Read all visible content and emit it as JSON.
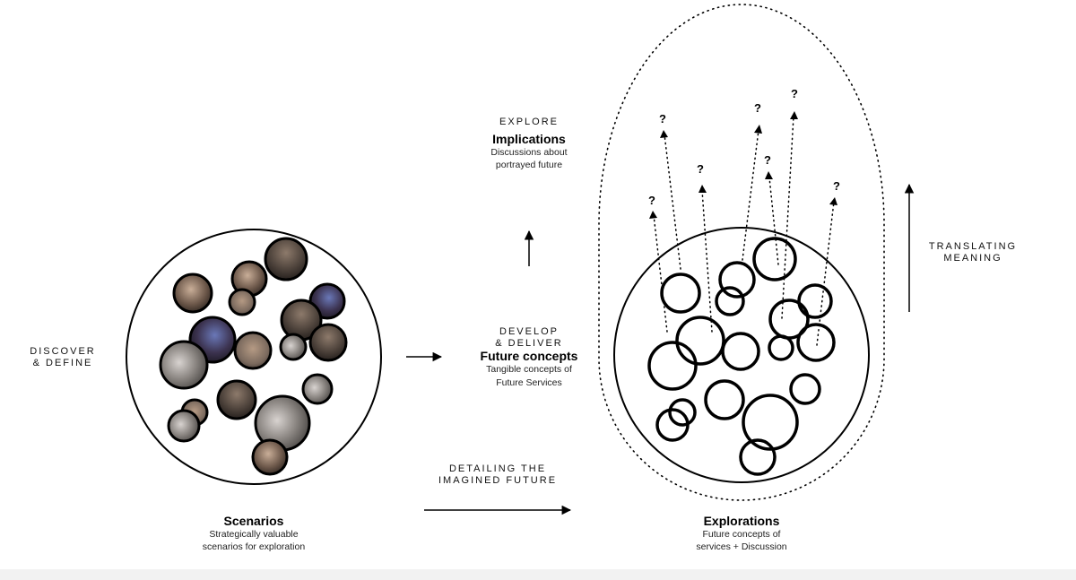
{
  "left_label": {
    "line1": "DISCOVER",
    "line2": "& DEFINE"
  },
  "scenarios": {
    "title": "Scenarios",
    "desc_line1": "Strategically valuable",
    "desc_line2": "scenarios for exploration"
  },
  "detailing": {
    "line1": "DETAILING THE",
    "line2": "IMAGINED FUTURE"
  },
  "develop": {
    "line1": "DEVELOP",
    "line2": "& DELIVER",
    "title": "Future concepts",
    "desc_line1": "Tangible concepts of",
    "desc_line2": "Future Services"
  },
  "explore": {
    "caption": "EXPLORE",
    "title": "Implications",
    "desc_line1": "Discussions about",
    "desc_line2": "portrayed future"
  },
  "explorations": {
    "title": "Explorations",
    "desc_line1": "Future concepts of",
    "desc_line2": "services + Discussion"
  },
  "translating": {
    "line1": "TRANSLATING",
    "line2": "MEANING"
  },
  "question_mark": "?",
  "colors": {
    "ink": "#000000",
    "photo_tones": [
      "#6f5a4c",
      "#3a2e29",
      "#8d7a6b",
      "#4d4a52",
      "#b59a84",
      "#2b2b2b"
    ]
  }
}
